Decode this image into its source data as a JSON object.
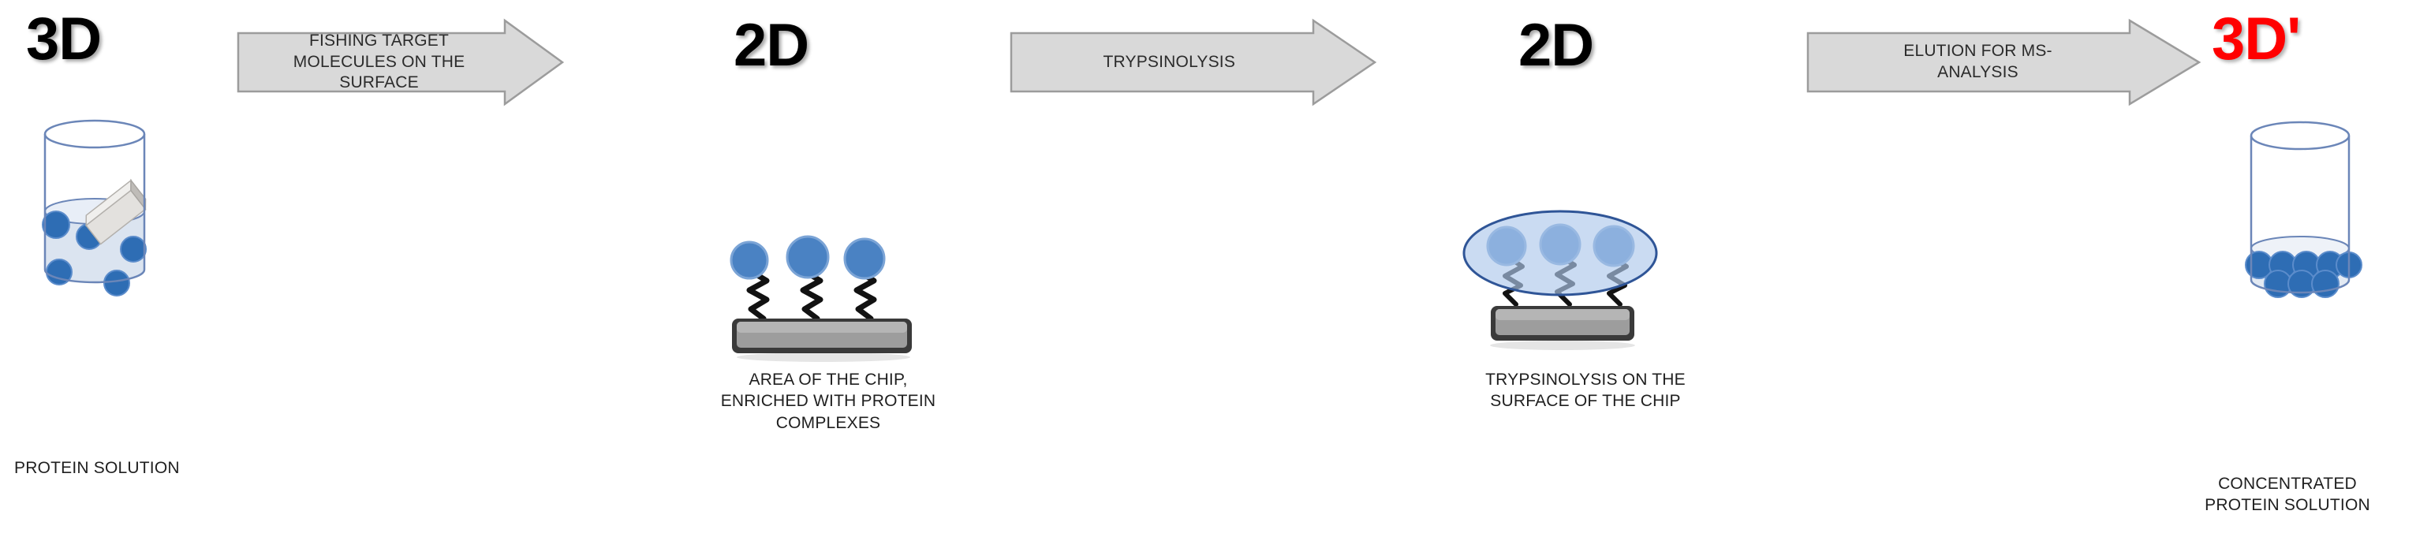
{
  "diagram": {
    "title": "SOI nanowire biosensor fishing workflow",
    "background": "#ffffff"
  },
  "colors": {
    "label_black": "#000000",
    "label_red": "#ff0000",
    "arrow_fill": "#d9d9d9",
    "arrow_stroke": "#9c9c9c",
    "tube_outline": "#6b86b8",
    "tube_liquid": "#dbe4f0",
    "protein_blue": "#2e6db4",
    "protein_blue_light": "#6f9bd1",
    "chip_dark": "#3f3f3f",
    "chip_light": "#a6a6a6",
    "droplet_fill": "#bdd0ec",
    "droplet_stroke": "#2f5597",
    "caption_text": "#1f1f1f"
  },
  "stages": [
    {
      "id": "stage-3d",
      "label": "3D",
      "color": "black"
    },
    {
      "id": "stage-2d-chip",
      "label": "2D",
      "color": "black"
    },
    {
      "id": "stage-2d-tryp",
      "label": "2D",
      "color": "black"
    },
    {
      "id": "stage-3d-prime",
      "label": "3D'",
      "color": "red"
    }
  ],
  "arrows": [
    {
      "id": "arrow-fishing",
      "text": "FISHING TARGET\nMOLECULES ON THE\nSURFACE"
    },
    {
      "id": "arrow-trypsinolysis",
      "text": "TRYPSINOLYSIS"
    },
    {
      "id": "arrow-elution",
      "text": "ELUTION FOR MS-\nANALYSIS"
    }
  ],
  "captions": [
    {
      "id": "caption-protein-solution",
      "text": "PROTEIN SOLUTION"
    },
    {
      "id": "caption-chip-enriched",
      "text": "AREA OF THE CHIP,\nENRICHED WITH PROTEIN\nCOMPLEXES"
    },
    {
      "id": "caption-trypsinolysis-surface",
      "text": "TRYPSINOLYSIS ON THE\nSURFACE OF THE CHIP"
    },
    {
      "id": "caption-concentrated",
      "text": "CONCENTRATED\nPROTEIN SOLUTION"
    }
  ],
  "illustrations": {
    "tube_protein_solution": {
      "name": "cylinder-with-protein-solution",
      "protein_count": 5,
      "has_chip": true,
      "liquid_level_fraction": 0.45
    },
    "chip_with_probes": {
      "name": "chip-bar-with-three-probes",
      "probe_count": 3
    },
    "chip_with_droplet": {
      "name": "chip-bar-with-trypsin-droplet",
      "probe_count": 3,
      "droplet": true
    },
    "tube_concentrated": {
      "name": "cylinder-with-concentrated-proteins",
      "protein_count": 8,
      "liquid_level_fraction": 0.12
    }
  }
}
